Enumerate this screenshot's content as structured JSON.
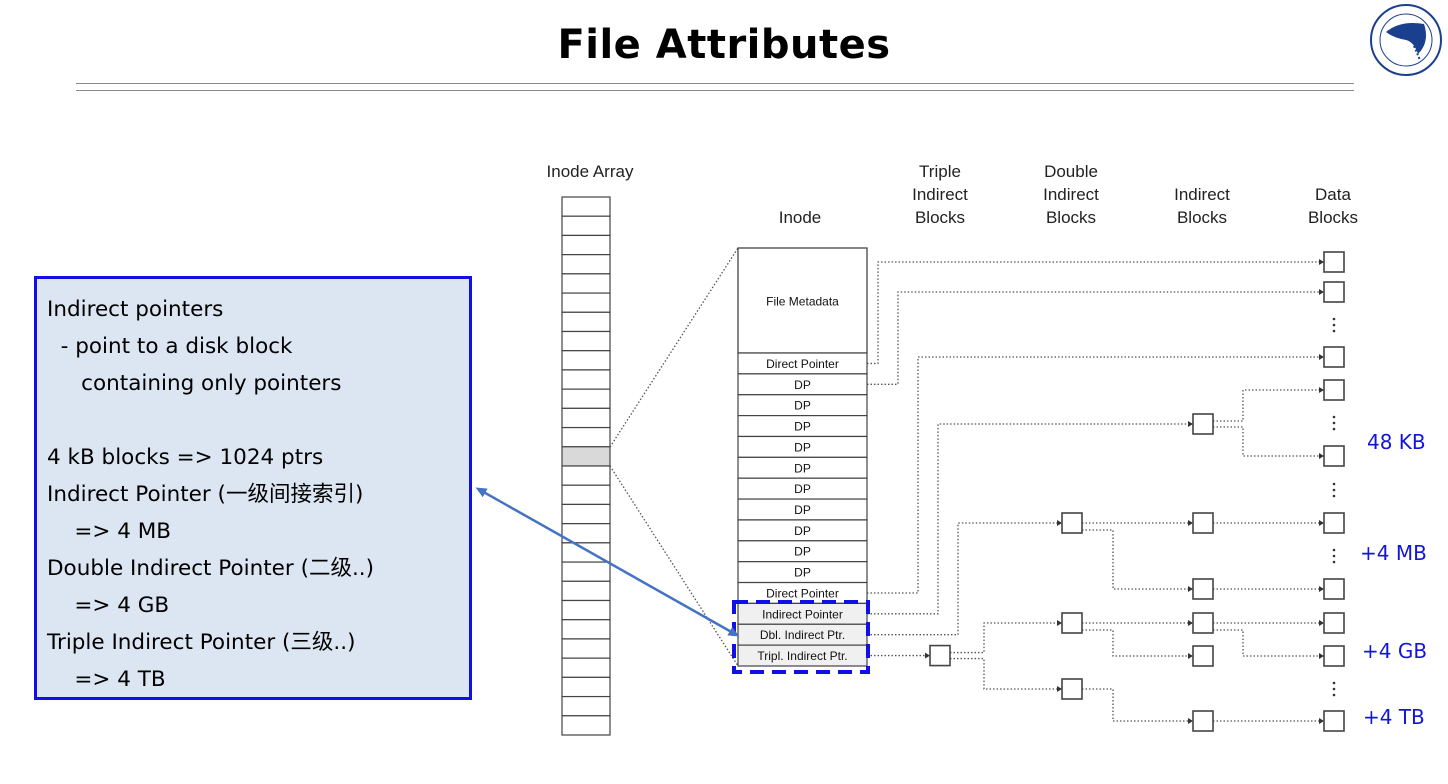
{
  "slide": {
    "title": "File Attributes",
    "logo_icon": "university-seal-logo"
  },
  "info_box": {
    "lines": [
      "Indirect pointers",
      "  - point to a disk block",
      "     containing only pointers",
      "",
      "4 kB blocks => 1024 ptrs",
      "Indirect Pointer (一级间接索引)",
      "    => 4 MB",
      "Double Indirect Pointer (二级..)",
      "    => 4 GB",
      "Triple Indirect Pointer (三级..)",
      "    => 4 TB"
    ]
  },
  "diagram": {
    "headers": {
      "inode_array": "Inode Array",
      "inode": "Inode",
      "triple": [
        "Triple",
        "Indirect",
        "Blocks"
      ],
      "double": [
        "Double",
        "Indirect",
        "Blocks"
      ],
      "indirect": [
        "Indirect",
        "Blocks"
      ],
      "data": [
        "Data",
        "Blocks"
      ]
    },
    "inode_array": {
      "row_count": 28,
      "highlighted_row": 13
    },
    "inode": {
      "metadata_label": "File Metadata",
      "rows": [
        "Direct Pointer",
        "DP",
        "DP",
        "DP",
        "DP",
        "DP",
        "DP",
        "DP",
        "DP",
        "DP",
        "DP",
        "Direct Pointer",
        "Indirect Pointer",
        "Dbl. Indirect Ptr.",
        "Tripl. Indirect Ptr."
      ],
      "highlighted_rows": [
        12,
        13,
        14
      ]
    },
    "size_labels": [
      "48 KB",
      "+4 MB",
      "+4 GB",
      "+4 TB"
    ],
    "colors": {
      "highlight_blue": "#1010e6",
      "arrow_blue": "#4472c4",
      "info_box_fill": "#dce6f2",
      "size_label_blue": "#1414e0",
      "selected_inode_gray": "#d9d9d9"
    }
  }
}
